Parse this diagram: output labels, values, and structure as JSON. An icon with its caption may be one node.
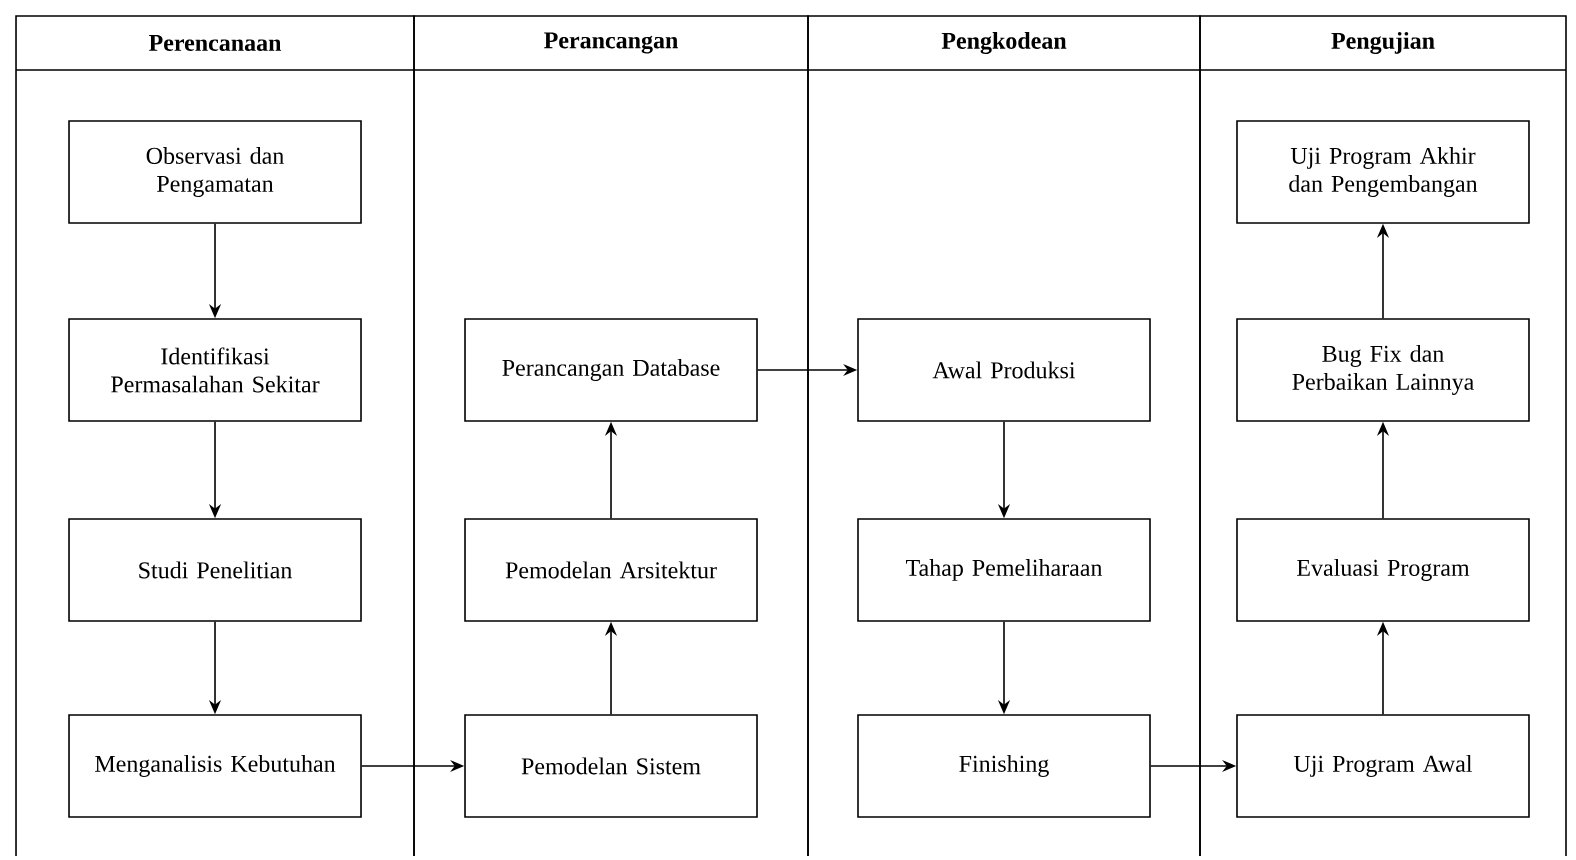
{
  "diagram": {
    "nodes": [
      {
        "text": [
          "Perencanaan"
        ]
      },
      {
        "text": [
          "Observasi dan Pengamatan"
        ],
        "in": 0
      },
      {
        "text": [
          "Identifikasi Permasalahan Sekitar"
        ],
        "in": 0
      },
      {
        "text": [
          "Studi Penelitian"
        ],
        "in": 0
      },
      {
        "text": [
          "Menganalisis Kebutuhan"
        ],
        "in": 0
      },
      {
        "text": [
          "Perancangan"
        ]
      },
      {
        "text": [
          "Perancangan Database"
        ],
        "in": 5
      },
      {
        "text": [
          "Pemodelan Arsitektur"
        ],
        "in": 5
      },
      {
        "text": [
          "Pemodelan Sistem"
        ],
        "in": 5
      },
      {
        "text": [
          "Pengkodean"
        ]
      },
      {
        "text": [
          "Awal Produksi"
        ],
        "in": 9
      },
      {
        "text": [
          "Tahap Pemeliharaan"
        ],
        "in": 9
      },
      {
        "text": [
          "Finishing"
        ],
        "in": 9
      },
      {
        "text": [
          "Pengujian"
        ]
      },
      {
        "text": [
          "Uji Program Akhir dan Pengembangan"
        ],
        "in": 13
      },
      {
        "text": [
          "Bug Fix dan Perbaikan Lainnya"
        ],
        "in": 13
      },
      {
        "text": [
          "Evaluasi Program"
        ],
        "in": 13
      },
      {
        "text": [
          "Uji Program Awal"
        ],
        "in": 13
      }
    ],
    "edges": [
      {
        "from": 1,
        "to": 2,
        "arrow": "to"
      },
      {
        "from": 2,
        "to": 3,
        "arrow": "to"
      },
      {
        "from": 3,
        "to": 4,
        "arrow": "to"
      },
      {
        "from": 4,
        "to": 8,
        "arrow": "to"
      },
      {
        "from": 8,
        "to": 7,
        "arrow": "to"
      },
      {
        "from": 7,
        "to": 6,
        "arrow": "to"
      },
      {
        "from": 6,
        "to": 10,
        "arrow": "to"
      },
      {
        "from": 10,
        "to": 11,
        "arrow": "to"
      },
      {
        "from": 11,
        "to": 12,
        "arrow": "to"
      },
      {
        "from": 12,
        "to": 17,
        "arrow": "to"
      },
      {
        "from": 17,
        "to": 16,
        "arrow": "to"
      },
      {
        "from": 16,
        "to": 15,
        "arrow": "to"
      },
      {
        "from": 15,
        "to": 14,
        "arrow": "to"
      }
    ]
  }
}
